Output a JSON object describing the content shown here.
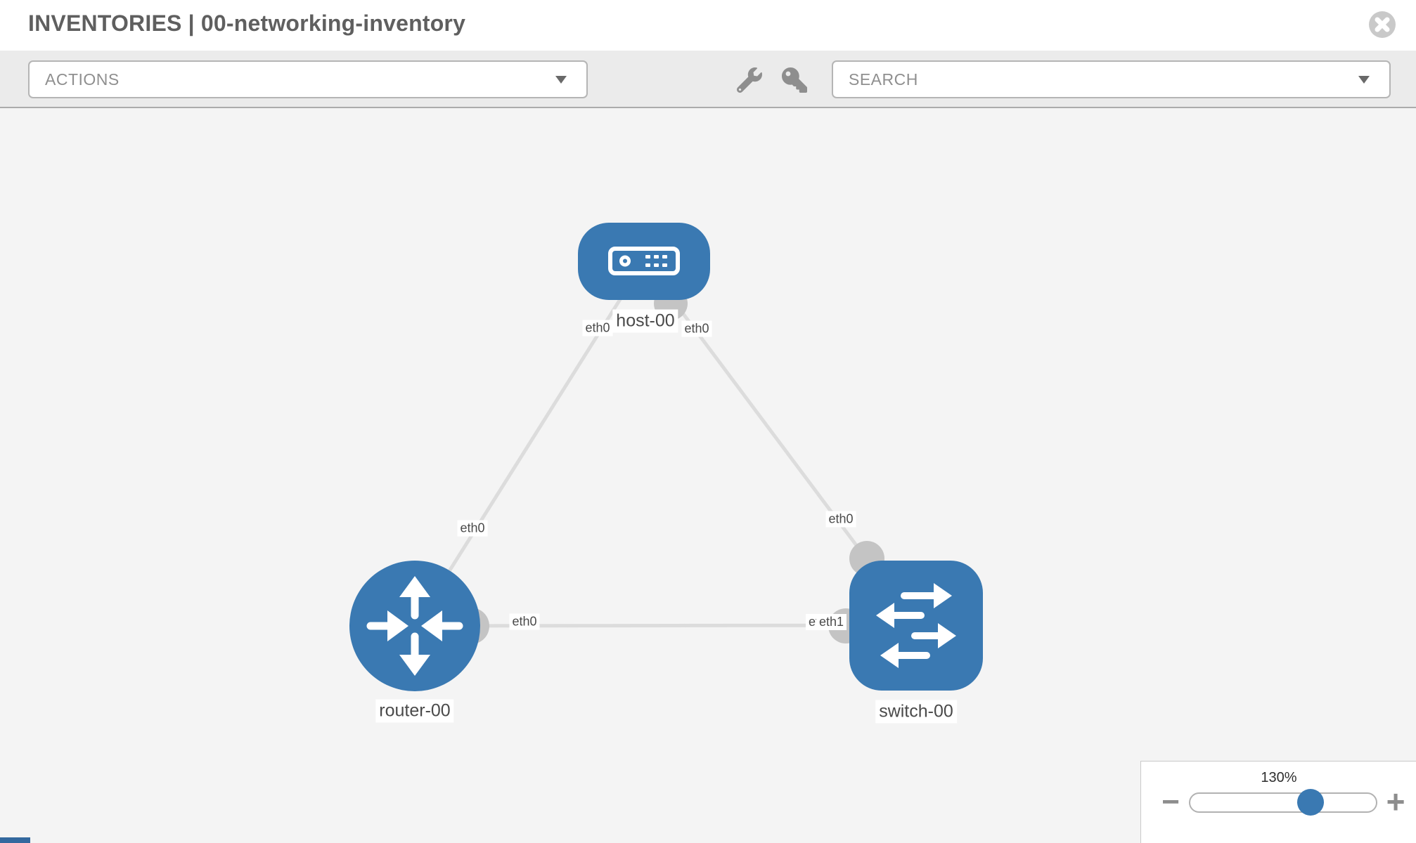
{
  "header": {
    "title": "INVENTORIES | 00-networking-inventory",
    "close_icon": "x-circle-icon"
  },
  "toolbar": {
    "actions_dropdown": {
      "label": "ACTIONS",
      "state": "collapsed"
    },
    "wrench_icon": "wrench-icon",
    "key_icon": "key-icon",
    "search_dropdown": {
      "label": "SEARCH",
      "state": "collapsed"
    }
  },
  "topology": {
    "nodes": [
      {
        "id": "host-00",
        "type": "host",
        "label": "host-00"
      },
      {
        "id": "router-00",
        "type": "router",
        "label": "router-00"
      },
      {
        "id": "switch-00",
        "type": "switch",
        "label": "switch-00"
      }
    ],
    "links": [
      {
        "source": "host-00",
        "target": "router-00",
        "source_interface": "eth0",
        "target_interface": "eth0"
      },
      {
        "source": "host-00",
        "target": "switch-00",
        "source_interface": "eth0",
        "target_interface": "eth0"
      },
      {
        "source": "router-00",
        "target": "switch-00",
        "source_interface": "eth0",
        "target_interface": "eth1",
        "target_interface_overlapped": "eth0"
      }
    ]
  },
  "zoom_control": {
    "level": "130%",
    "value": 130,
    "zoom_out_glyph": "−",
    "zoom_in_glyph": "+"
  },
  "colors": {
    "node_blue": "#3a79b2",
    "link_gray": "#dcdcdc",
    "endpoint_gray": "#c4c4c4",
    "toolbar_bg": "#ebebeb",
    "canvas_bg": "#f4f4f4"
  }
}
